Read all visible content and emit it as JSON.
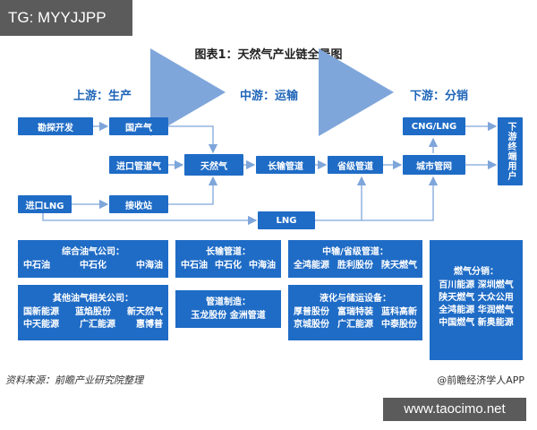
{
  "watermark_top": "TG: MYYJJPP",
  "title": "图表1：天然气产业链全景图",
  "stages": {
    "upstream": "上游：生产",
    "midstream": "中游：运输",
    "downstream": "下游：分销"
  },
  "nodes": {
    "exploration": "勘探开发",
    "domestic_gas": "国产气",
    "import_pipeline": "进口管道气",
    "natural_gas": "天然气",
    "long_pipeline": "长输管道",
    "provincial_pipeline": "省级管道",
    "city_network": "城市管网",
    "cng_lng": "CNG/LNG",
    "end_user": "下游终端用户",
    "import_lng": "进口LNG",
    "receiving_station": "接收站",
    "lng": "LNG"
  },
  "panels": {
    "oil_companies": {
      "title": "综合油气公司：",
      "items": [
        "中石油",
        "中石化",
        "中海油"
      ]
    },
    "long_pipeline": {
      "title": "长输管道：",
      "items": [
        "中石油",
        "中石化",
        "中海油"
      ]
    },
    "provincial": {
      "title": "中输/省级管道：",
      "items": [
        "全鸿能源",
        "胜利股份",
        "陕天燃气"
      ]
    },
    "gas_distribution": {
      "title": "燃气分销：",
      "rows": [
        "百川能源 深圳燃气",
        "陕天燃气 大众公用",
        "全鸿能源 华润燃气",
        "中国燃气 新奥能源"
      ]
    },
    "other_companies": {
      "title": "其他油气相关公司：",
      "rows": [
        [
          "国新能源",
          "蓝焰股份",
          "新天然气"
        ],
        [
          "中天能源",
          "广汇能源",
          "惠博普"
        ]
      ]
    },
    "pipeline_manufacturing": {
      "title": "管道制造：",
      "row": "玉龙股份 金洲管道"
    },
    "liquefaction": {
      "title": "液化与储运设备：",
      "rows": [
        [
          "厚普股份",
          "富瑞特装",
          "蓝科高新"
        ],
        [
          "京城股份",
          "广汇能源",
          "中泰股份"
        ]
      ]
    }
  },
  "source": "资料来源：前瞻产业研究院整理",
  "brand": "@前瞻经济学人APP",
  "watermark_bottom": "www.taocimo.net",
  "colors": {
    "node": "#1f6cc6",
    "stage": "#1f65b8",
    "arrow": "#7fa6da"
  }
}
